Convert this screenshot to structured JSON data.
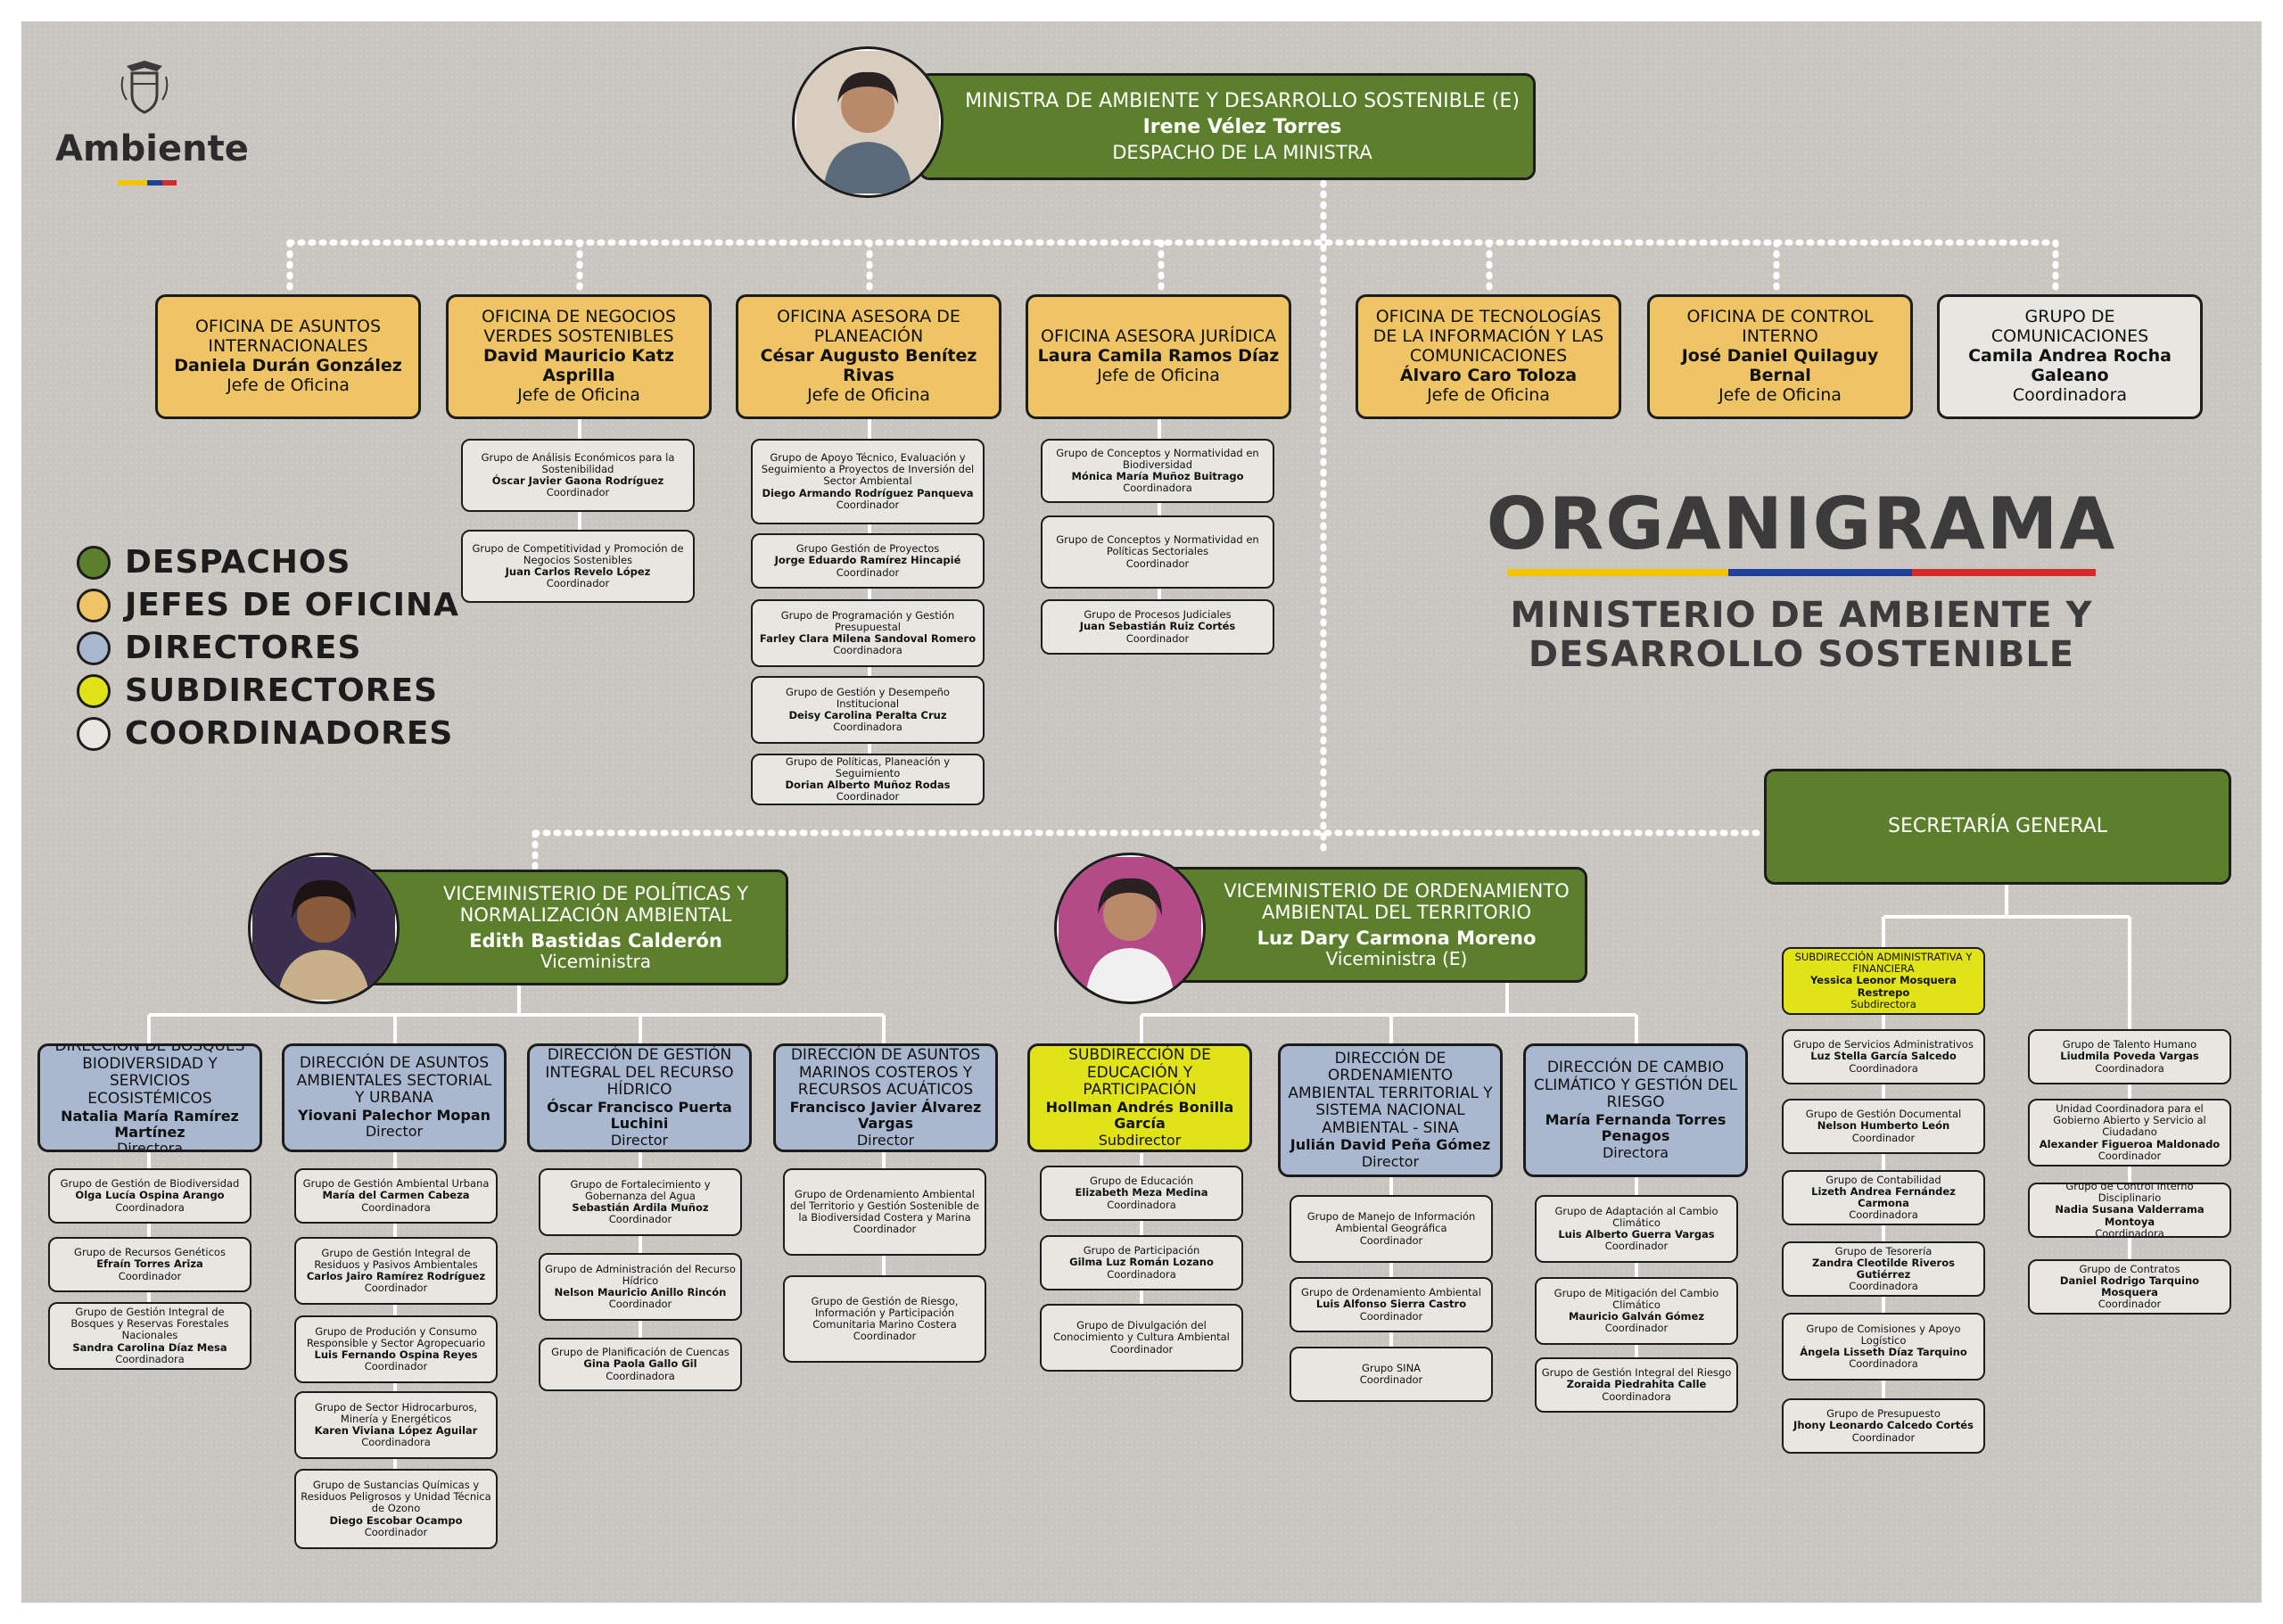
{
  "logo": {
    "label": "Ambiente",
    "colors": [
      "#f2c500",
      "#1f3f9b",
      "#d62a2a"
    ]
  },
  "title": {
    "main": "ORGANIGRAMA",
    "sub1": "MINISTERIO DE AMBIENTE Y",
    "sub2": "DESARROLLO SOSTENIBLE"
  },
  "legend": [
    {
      "label": "DESPACHOS",
      "color": "#5b7f2c"
    },
    {
      "label": "JEFES DE OFICINA",
      "color": "#eec465"
    },
    {
      "label": "DIRECTORES",
      "color": "#a9b7cf"
    },
    {
      "label": "SUBDIRECTORES",
      "color": "#e0e316"
    },
    {
      "label": "COORDINADORES",
      "color": "#e8e6e1"
    }
  ],
  "minister": {
    "title": "MINISTRA DE AMBIENTE Y DESARROLLO SOSTENIBLE (E)",
    "name": "Irene Vélez Torres",
    "unit": "DESPACHO DE LA MINISTRA"
  },
  "offices": [
    {
      "title": "OFICINA DE ASUNTOS INTERNACIONALES",
      "name": "Daniela Durán González",
      "role": "Jefe de Oficina"
    },
    {
      "title": "OFICINA DE NEGOCIOS VERDES SOSTENIBLES",
      "name": "David Mauricio Katz Asprilla",
      "role": "Jefe de Oficina"
    },
    {
      "title": "OFICINA ASESORA DE PLANEACIÓN",
      "name": "César Augusto Benítez Rivas",
      "role": "Jefe de Oficina"
    },
    {
      "title": "OFICINA ASESORA JURÍDICA",
      "name": "Laura Camila Ramos Díaz",
      "role": "Jefe de Oficina"
    },
    {
      "title": "OFICINA DE TECNOLOGÍAS DE LA INFORMACIÓN Y LAS COMUNICACIONES",
      "name": "Álvaro Caro Toloza",
      "role": "Jefe de Oficina"
    },
    {
      "title": "OFICINA DE CONTROL INTERNO",
      "name": "José Daniel Quilaguy Bernal",
      "role": "Jefe de Oficina"
    },
    {
      "title": "GRUPO DE COMUNICACIONES",
      "name": "Camila Andrea Rocha Galeano",
      "role": "Coordinadora"
    }
  ],
  "groups_negocios": [
    {
      "title": "Grupo de Análisis Económicos para la Sostenibilidad",
      "name": "Óscar Javier Gaona Rodríguez",
      "role": "Coordinador"
    },
    {
      "title": "Grupo de Competitividad y Promoción de Negocios Sostenibles",
      "name": "Juan Carlos Revelo López",
      "role": "Coordinador"
    }
  ],
  "groups_planeacion": [
    {
      "title": "Grupo de Apoyo Técnico, Evaluación y Seguimiento a Proyectos de Inversión del Sector Ambiental",
      "name": "Diego Armando Rodríguez Panqueva",
      "role": "Coordinador"
    },
    {
      "title": "Grupo Gestión de Proyectos",
      "name": "Jorge Eduardo Ramírez Hincapié",
      "role": "Coordinador"
    },
    {
      "title": "Grupo de Programación y Gestión Presupuestal",
      "name": "Farley Clara Milena Sandoval Romero",
      "role": "Coordinadora"
    },
    {
      "title": "Grupo de Gestión y Desempeño Institucional",
      "name": "Deisy Carolina Peralta Cruz",
      "role": "Coordinadora"
    },
    {
      "title": "Grupo de Políticas, Planeación y Seguimiento",
      "name": "Dorian Alberto Muñoz Rodas",
      "role": "Coordinador"
    }
  ],
  "groups_juridica": [
    {
      "title": "Grupo de Conceptos y Normatividad en Biodiversidad",
      "name": "Mónica María Muñoz Buitrago",
      "role": "Coordinadora"
    },
    {
      "title": "Grupo de Conceptos y Normatividad en Políticas Sectoriales",
      "name": "",
      "role": "Coordinador"
    },
    {
      "title": "Grupo de Procesos Judiciales",
      "name": "Juan Sebastián Ruiz Cortés",
      "role": "Coordinador"
    }
  ],
  "vice1": {
    "title": "VICEMINISTERIO DE POLÍTICAS Y NORMALIZACIÓN AMBIENTAL",
    "name": "Edith Bastidas Calderón",
    "role": "Viceministra"
  },
  "vice2": {
    "title": "VICEMINISTERIO DE ORDENAMIENTO AMBIENTAL DEL TERRITORIO",
    "name": "Luz Dary Carmona Moreno",
    "role": "Viceministra (E)"
  },
  "secretaria": {
    "title": "SECRETARÍA GENERAL"
  },
  "directions": [
    {
      "title": "DIRECCIÓN DE BOSQUES BIODIVERSIDAD Y SERVICIOS ECOSISTÉMICOS",
      "name": "Natalia María Ramírez Martínez",
      "role": "Directora"
    },
    {
      "title": "DIRECCIÓN DE ASUNTOS AMBIENTALES SECTORIAL Y URBANA",
      "name": "Yiovani Palechor Mopan",
      "role": "Director"
    },
    {
      "title": "DIRECCIÓN DE GESTIÓN INTEGRAL DEL RECURSO HÍDRICO",
      "name": "Óscar Francisco Puerta Luchini",
      "role": "Director"
    },
    {
      "title": "DIRECCIÓN DE ASUNTOS MARINOS COSTEROS Y RECURSOS ACUÁTICOS",
      "name": "Francisco Javier Álvarez Vargas",
      "role": "Director"
    },
    {
      "title": "SUBDIRECCIÓN DE EDUCACIÓN Y PARTICIPACIÓN",
      "name": "Hollman Andrés  Bonilla García",
      "role": "Subdirector"
    },
    {
      "title": "DIRECCIÓN DE ORDENAMIENTO AMBIENTAL TERRITORIAL Y SISTEMA NACIONAL AMBIENTAL - SINA",
      "name": "Julián David Peña Gómez",
      "role": "Director"
    },
    {
      "title": "DIRECCIÓN DE CAMBIO CLIMÁTICO Y GESTIÓN DEL RIESGO",
      "name": "María Fernanda Torres Penagos",
      "role": "Directora"
    }
  ],
  "groups_bosques": [
    {
      "title": "Grupo de Gestión de Biodiversidad",
      "name": "Olga Lucía Ospina Arango",
      "role": "Coordinadora"
    },
    {
      "title": "Grupo de Recursos Genéticos",
      "name": "Efraín Torres Ariza",
      "role": "Coordinador"
    },
    {
      "title": "Grupo de Gestión Integral de Bosques y Reservas Forestales Nacionales",
      "name": "Sandra Carolina Díaz Mesa",
      "role": "Coordinadora"
    }
  ],
  "groups_sectorial": [
    {
      "title": "Grupo de Gestión Ambiental Urbana",
      "name": "María del Carmen Cabeza",
      "role": "Coordinadora"
    },
    {
      "title": "Grupo de Gestión Integral de Residuos y Pasivos Ambientales",
      "name": "Carlos Jairo Ramírez Rodríguez",
      "role": "Coordinador"
    },
    {
      "title": "Grupo de Produción y Consumo Responsible y Sector Agropecuario",
      "name": "Luis Fernando Ospina Reyes",
      "role": "Coordinador"
    },
    {
      "title": "Grupo de Sector Hidrocarburos, Minería y Energéticos",
      "name": "Karen Viviana López Aguilar",
      "role": "Coordinadora"
    },
    {
      "title": "Grupo de Sustancias Químicas y Residuos Peligrosos  y Unidad Técnica de Ozono",
      "name": "Diego Escobar Ocampo",
      "role": "Coordinador"
    }
  ],
  "groups_hidrico": [
    {
      "title": "Grupo de Fortalecimiento y Gobernanza del Agua",
      "name": "Sebastián Ardila Muñoz",
      "role": "Coordinador"
    },
    {
      "title": "Grupo de Administración del Recurso Hídrico",
      "name": "Nelson Mauricio Anillo Rincón",
      "role": "Coordinador"
    },
    {
      "title": "Grupo de Planificación de Cuencas",
      "name": "Gina Paola Gallo Gil",
      "role": "Coordinadora"
    }
  ],
  "groups_marinos": [
    {
      "title": "Grupo de Ordenamiento Ambiental del Territorio y Gestión Sostenible de la Biodiversidad Costera y Marina",
      "name": "",
      "role": "Coordinador"
    },
    {
      "title": "Grupo de Gestión de Riesgo, Información y Participación Comunitaria Marino Costera",
      "name": "",
      "role": "Coordinador"
    }
  ],
  "groups_educacion": [
    {
      "title": "Grupo de Educación",
      "name": "Elizabeth Meza Medina",
      "role": "Coordinadora"
    },
    {
      "title": "Grupo de Participación",
      "name": "Gilma Luz Román Lozano",
      "role": "Coordinadora"
    },
    {
      "title": "Grupo de Divulgación del Conocimiento y Cultura Ambiental",
      "name": "",
      "role": "Coordinador"
    }
  ],
  "groups_ordenamiento": [
    {
      "title": "Grupo de Manejo de Información Ambiental Geográfica",
      "name": "",
      "role": "Coordinador"
    },
    {
      "title": "Grupo de Ordenamiento Ambiental",
      "name": "Luis Alfonso Sierra Castro",
      "role": "Coordinador"
    },
    {
      "title": "Grupo SINA",
      "name": "",
      "role": "Coordinador"
    }
  ],
  "groups_cambio": [
    {
      "title": "Grupo de Adaptación al Cambio Climático",
      "name": "Luis Alberto Guerra Vargas",
      "role": "Coordinador"
    },
    {
      "title": "Grupo de Mitigación del Cambio Climático",
      "name": "Mauricio Galván Gómez",
      "role": "Coordinador"
    },
    {
      "title": "Grupo de Gestión Integral del Riesgo",
      "name": "Zoraida Piedrahita Calle",
      "role": "Coordinadora"
    }
  ],
  "subdir_admin": {
    "title": "SUBDIRECCIÓN ADMINISTRATIVA Y FINANCIERA",
    "name": "Yessica Leonor Mosquera Restrepo",
    "role": "Subdirectora"
  },
  "groups_admin": [
    {
      "title": "Grupo de Servicios Administrativos",
      "name": "Luz Stella García Salcedo",
      "role": "Coordinadora"
    },
    {
      "title": "Grupo de Gestión Documental",
      "name": "Nelson Humberto León",
      "role": "Coordinador"
    },
    {
      "title": "Grupo de Contabilidad",
      "name": "Lizeth Andrea Fernández Carmona",
      "role": "Coordinadora"
    },
    {
      "title": "Grupo de Tesorería",
      "name": "Zandra Cleotilde Riveros Gutiérrez",
      "role": "Coordinadora"
    },
    {
      "title": "Grupo de Comisiones y Apoyo Logístico",
      "name": "Ángela Lisseth Díaz Tarquino",
      "role": "Coordinadora"
    },
    {
      "title": "Grupo de Presupuesto",
      "name": "Jhony Leonardo Calcedo Cortés",
      "role": "Coordinador"
    }
  ],
  "groups_secretaria": [
    {
      "title": "Grupo de Talento Humano",
      "name": "Liudmila Poveda Vargas",
      "role": "Coordinadora"
    },
    {
      "title": "Unidad Coordinadora para el Gobierno Abierto y Servicio al Ciudadano",
      "name": "Alexander Figueroa Maldonado",
      "role": "Coordinador"
    },
    {
      "title": "Grupo de Control Interno Disciplinario",
      "name": "Nadia Susana Valderrama Montoya",
      "role": "Coordinadora"
    },
    {
      "title": "Grupo de Contratos",
      "name": "Daniel Rodrigo Tarquino Mosquera",
      "role": "Coordinador"
    }
  ]
}
